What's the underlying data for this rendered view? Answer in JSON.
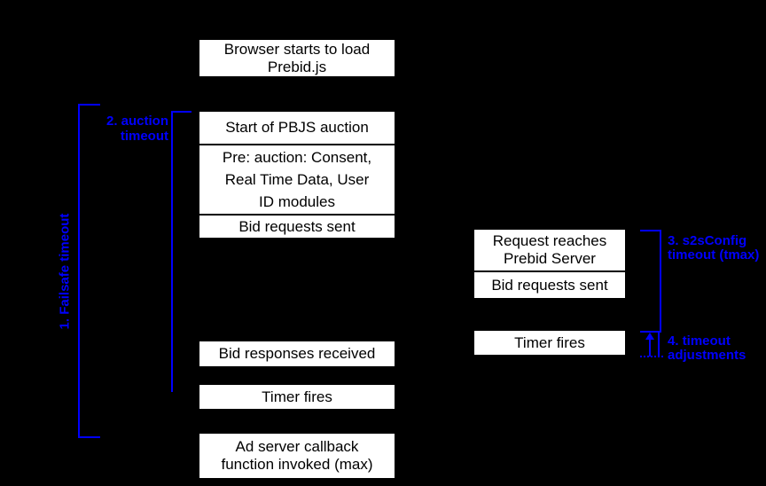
{
  "colors": {
    "background": "#000000",
    "box_background": "#ffffff",
    "box_text": "#000000",
    "annotation_blue": "#0000ff"
  },
  "boxes": {
    "browser_load": [
      "Browser starts to load",
      "Prebid.js"
    ],
    "start_auction": [
      "Start of PBJS auction"
    ],
    "pre_auction": [
      "Pre: auction: Consent,",
      "Real Time Data, User",
      "ID modules"
    ],
    "bid_requests_client": [
      "Bid requests sent"
    ],
    "bid_responses": [
      "Bid responses received"
    ],
    "timer_fires_client": [
      "Timer fires"
    ],
    "ad_server_callback": [
      "Ad server callback",
      "function invoked (max)"
    ],
    "request_reaches_server": [
      "Request reaches",
      "Prebid Server"
    ],
    "bid_requests_server": [
      "Bid requests sent"
    ],
    "timer_fires_server": [
      "Timer fires"
    ]
  },
  "annotations": {
    "failsafe_timeout": "1. Failsafe timeout",
    "auction_timeout": [
      "2. auction",
      "timeout"
    ],
    "s2s_timeout": [
      "3. s2sConfig",
      "timeout (tmax)"
    ],
    "timeout_adjustments": [
      "4. timeout",
      "adjustments"
    ]
  },
  "icons": {
    "up_arrow": "css-triangle-up"
  }
}
